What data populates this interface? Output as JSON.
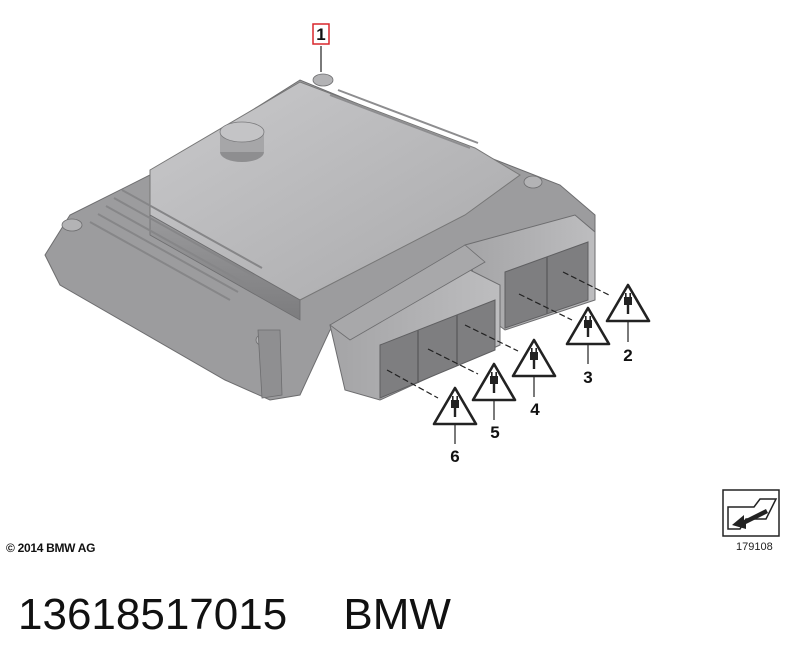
{
  "diagram": {
    "callouts": [
      {
        "id": "1",
        "label": "1"
      },
      {
        "id": "2",
        "label": "2"
      },
      {
        "id": "3",
        "label": "3"
      },
      {
        "id": "4",
        "label": "4"
      },
      {
        "id": "5",
        "label": "5"
      },
      {
        "id": "6",
        "label": "6"
      }
    ],
    "warning_icon": "plug-warning-icon",
    "highlight_color": "#d9262c",
    "housing_color": "#b5b5b7"
  },
  "footer": {
    "copyright": "© 2014 BMW AG",
    "reference_number": "179108",
    "reference_icon": "arrow-sheet-icon"
  },
  "part": {
    "number": "13618517015",
    "brand": "BMW"
  }
}
